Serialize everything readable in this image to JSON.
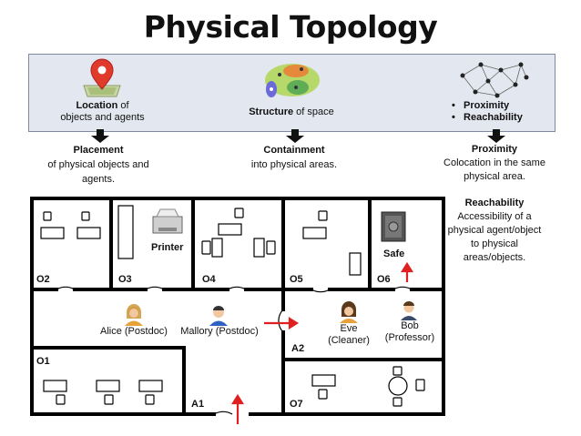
{
  "title": "Physical Topology",
  "concepts": {
    "location": {
      "bold": "Location",
      "rest": " of",
      "line2": "objects and agents"
    },
    "structure": {
      "bold": "Structure",
      "rest": " of space"
    },
    "proximity_bullets": [
      "Proximity",
      "Reachability"
    ]
  },
  "definitions": {
    "placement": {
      "title": "Placement",
      "text1": "of physical objects and",
      "text2": "agents."
    },
    "containment": {
      "title": "Containment",
      "text1": "into physical areas."
    },
    "proximity": {
      "title": "Proximity",
      "text1": "Colocation in the same",
      "text2": "physical area."
    },
    "reachability": {
      "title": "Reachability",
      "text1": "Accessibility of a",
      "text2": "physical agent/object",
      "text3": "to physical",
      "text4": "areas/objects."
    }
  },
  "rooms": {
    "O1": "O1",
    "O2": "O2",
    "O3": "O3",
    "O4": "O4",
    "O5": "O5",
    "O6": "O6",
    "O7": "O7",
    "A1": "A1",
    "A2": "A2"
  },
  "objects": {
    "printer": "Printer",
    "safe": "Safe"
  },
  "agents": {
    "alice": "Alice (Postdoc)",
    "mallory": "Mallory (Postdoc)",
    "eve_name": "Eve",
    "eve_role": "(Cleaner)",
    "bob_name": "Bob",
    "bob_role": "(Professor)"
  },
  "colors": {
    "arrow": "#e02020",
    "wall": "#000000",
    "band": "#e3e7ef"
  }
}
